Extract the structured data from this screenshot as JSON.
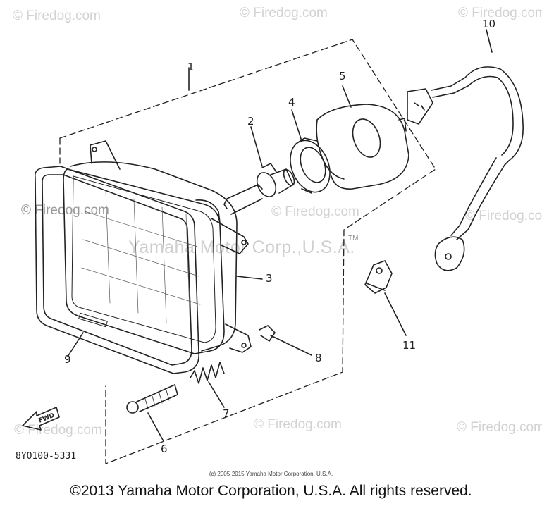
{
  "watermarks": {
    "brand": "© Firedog.com",
    "center": "Yamaha Motor Corp.,U.S.A.",
    "trademark": "TM"
  },
  "callouts": [
    "1",
    "2",
    "3",
    "4",
    "5",
    "6",
    "7",
    "8",
    "9",
    "10",
    "11"
  ],
  "part_number": "8YO100-5331",
  "fwd_arrow_label": "FWD",
  "copyright_small": "(c) 2005-2015 Yamaha Motor Corporation, U.S.A.",
  "copyright_main": "©2013 Yamaha Motor Corporation, U.S.A. All rights reserved.",
  "colors": {
    "ink": "#222222",
    "watermark": "#d2d2d2"
  }
}
